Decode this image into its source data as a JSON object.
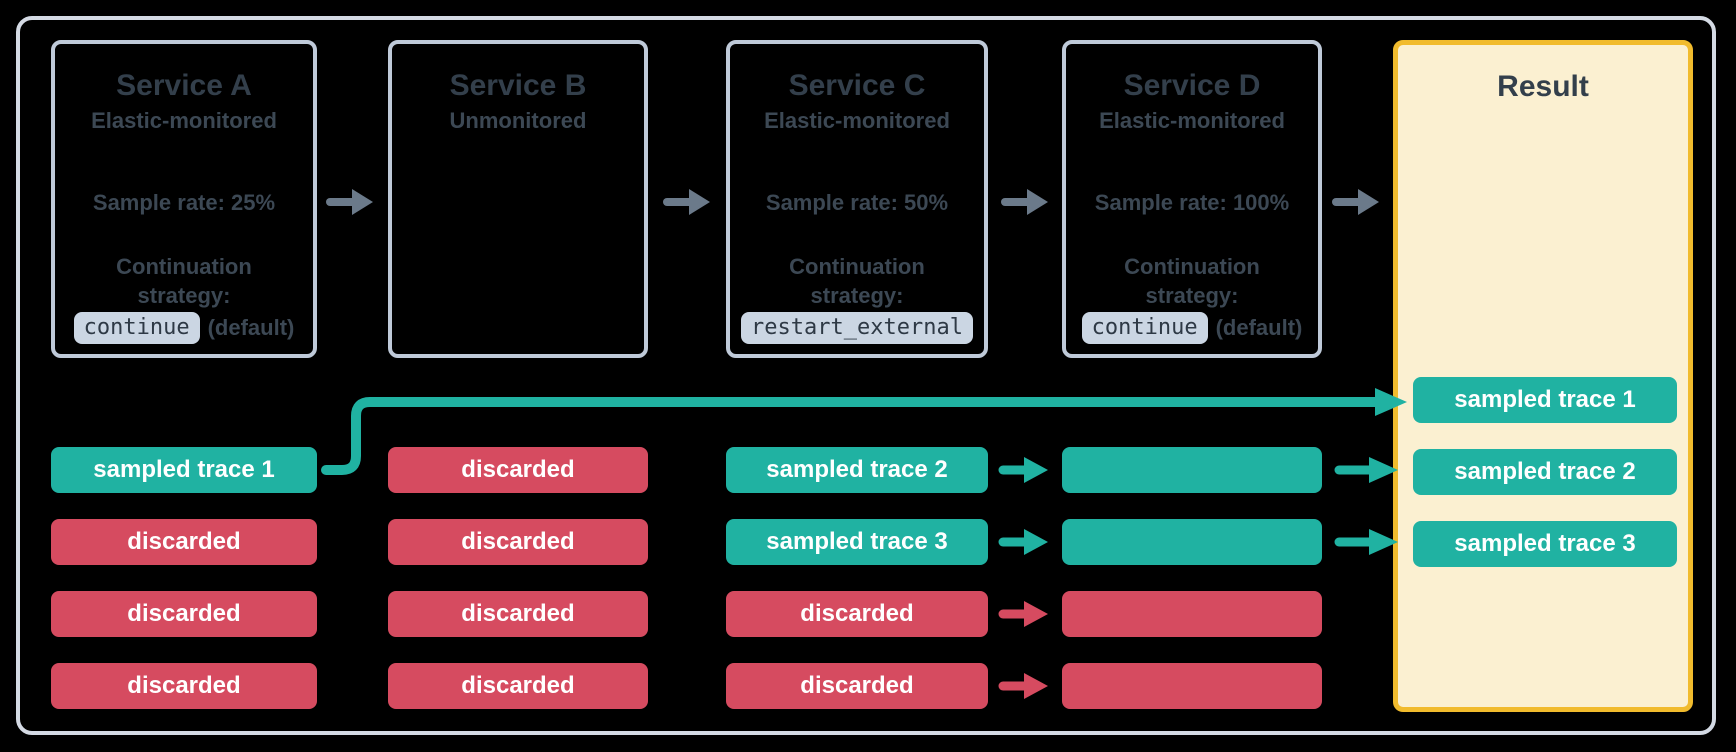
{
  "services": [
    {
      "title": "Service A",
      "monitoring": "Elastic-monitored",
      "sample_rate": "Sample rate: 25%",
      "continuation_label": "Continuation strategy:",
      "strategy_code": "continue",
      "strategy_suffix": "(default)"
    },
    {
      "title": "Service B",
      "monitoring": "Unmonitored"
    },
    {
      "title": "Service C",
      "monitoring": "Elastic-monitored",
      "sample_rate": "Sample rate: 50%",
      "continuation_label": "Continuation strategy:",
      "strategy_code": "restart_external",
      "strategy_suffix": ""
    },
    {
      "title": "Service D",
      "monitoring": "Elastic-monitored",
      "sample_rate": "Sample rate: 100%",
      "continuation_label": "Continuation strategy:",
      "strategy_code": "continue",
      "strategy_suffix": "(default)"
    }
  ],
  "result": {
    "title": "Result",
    "traces": [
      {
        "text": "sampled trace 1"
      },
      {
        "text": "sampled trace 2"
      },
      {
        "text": "sampled trace 3"
      }
    ]
  },
  "grid": {
    "service_a": [
      {
        "text": "sampled trace 1",
        "type": "sampled"
      },
      {
        "text": "discarded",
        "type": "discarded"
      },
      {
        "text": "discarded",
        "type": "discarded"
      },
      {
        "text": "discarded",
        "type": "discarded"
      }
    ],
    "service_b": [
      {
        "text": "discarded",
        "type": "discarded"
      },
      {
        "text": "discarded",
        "type": "discarded"
      },
      {
        "text": "discarded",
        "type": "discarded"
      },
      {
        "text": "discarded",
        "type": "discarded"
      }
    ],
    "service_c": [
      {
        "text": "sampled trace 2",
        "type": "sampled"
      },
      {
        "text": "sampled trace 3",
        "type": "sampled"
      },
      {
        "text": "discarded",
        "type": "discarded"
      },
      {
        "text": "discarded",
        "type": "discarded"
      }
    ],
    "service_d": [
      {
        "text": "",
        "type": "sampled"
      },
      {
        "text": "",
        "type": "sampled"
      },
      {
        "text": "",
        "type": "discarded"
      },
      {
        "text": "",
        "type": "discarded"
      }
    ]
  },
  "colors": {
    "sampled": "#20B2A2",
    "discarded": "#D64B60",
    "arrow": "#6B7A8A",
    "frame_border": "#D4DAE4",
    "box_border": "#BFCAD9",
    "result_border": "#F1BB2D",
    "result_bg": "#FBF0D1",
    "code_bg": "#CBD6E3",
    "code_text": "#2E3945",
    "title": "#333F4B",
    "text": "#3C4854",
    "pill_text": "#FFFFFF"
  }
}
